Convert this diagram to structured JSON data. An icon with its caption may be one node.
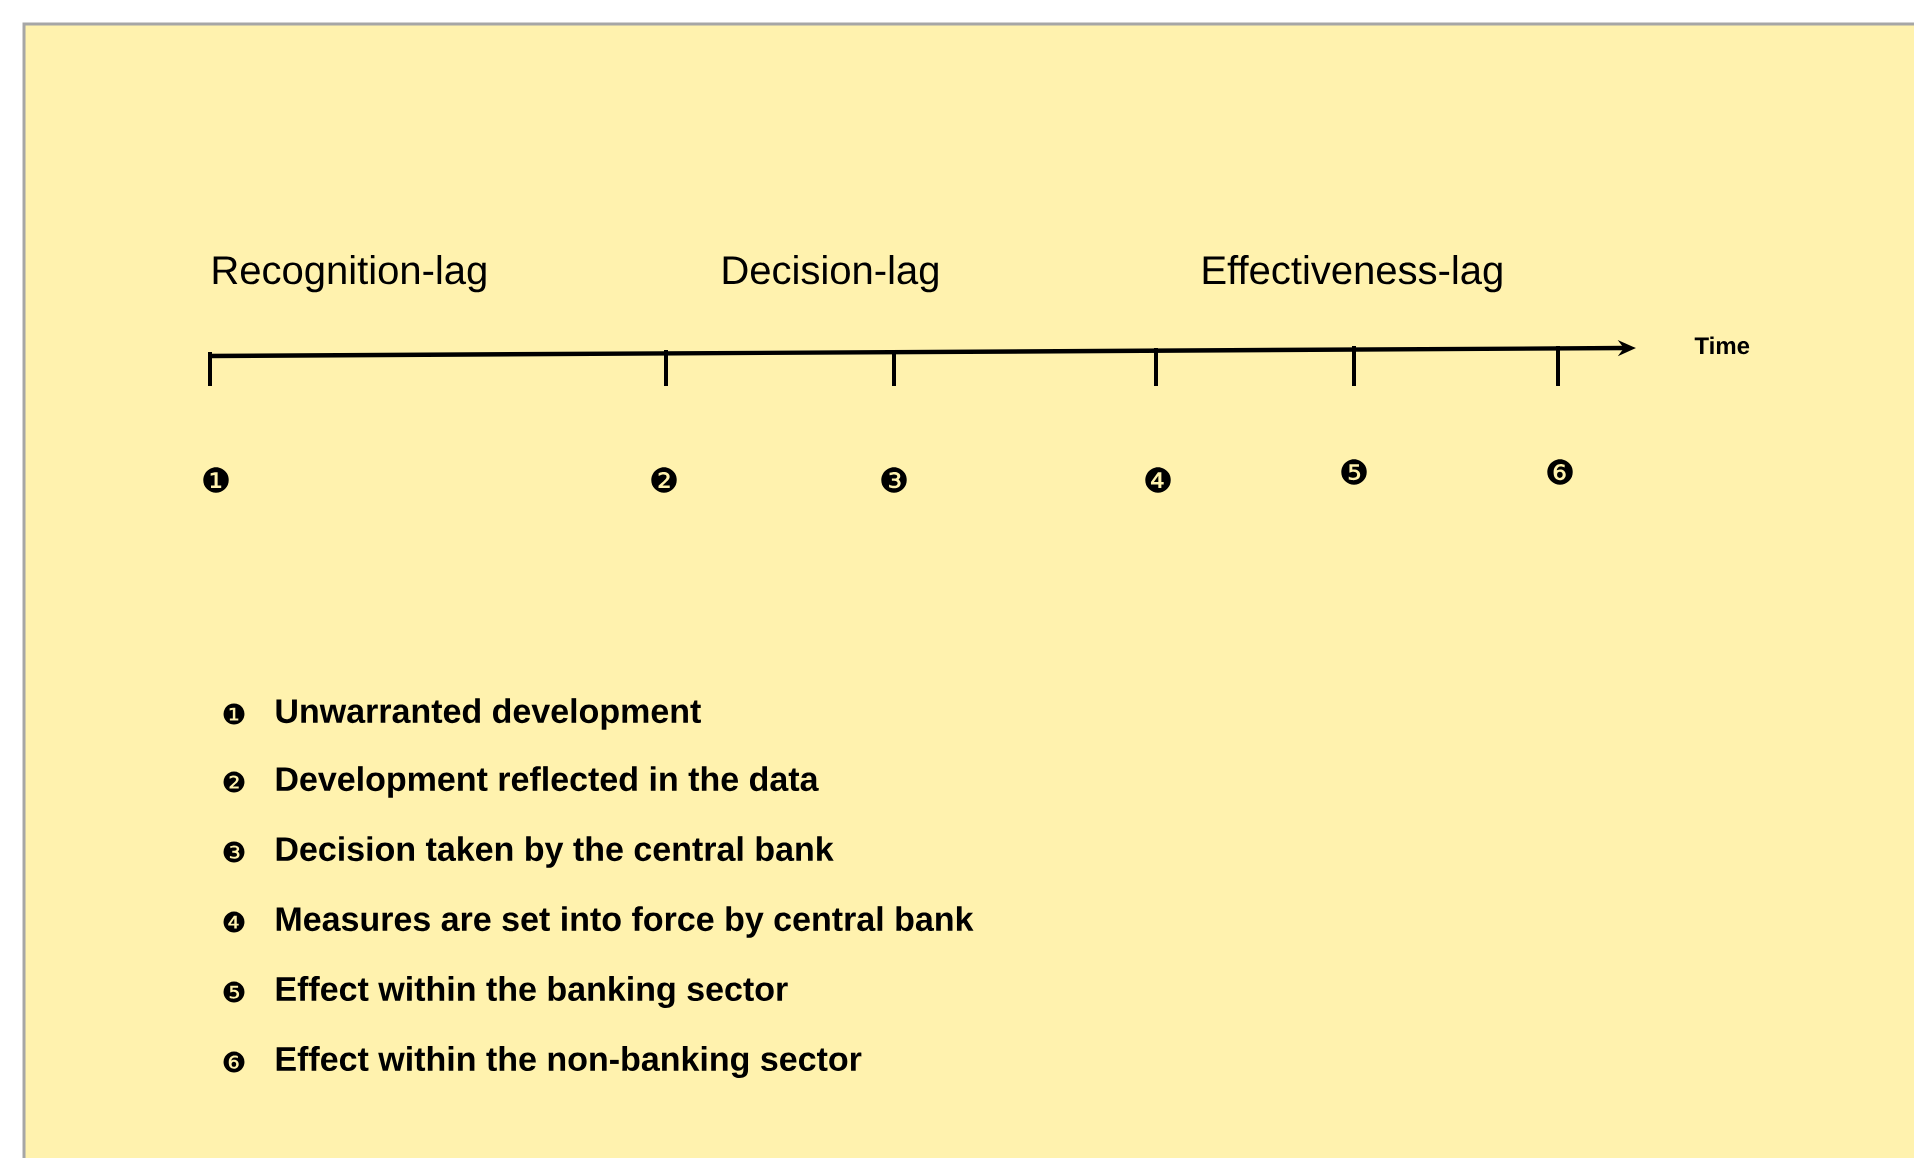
{
  "diagram": {
    "labels": [
      "Recognition-lag",
      "Decision-lag",
      "Effectiveness-lag",
      "Time",
      "❶",
      "❷",
      "❸",
      "❹",
      "❺",
      "❻",
      "❶",
      "Unwarranted development",
      "❷",
      "Development reflected in the data",
      "❸",
      "Decision taken by the central bank",
      "❹",
      "Measures are set into force by central bank",
      "❺",
      "Effect within the banking sector",
      "❻",
      "Effect within the non-banking sector"
    ]
  }
}
